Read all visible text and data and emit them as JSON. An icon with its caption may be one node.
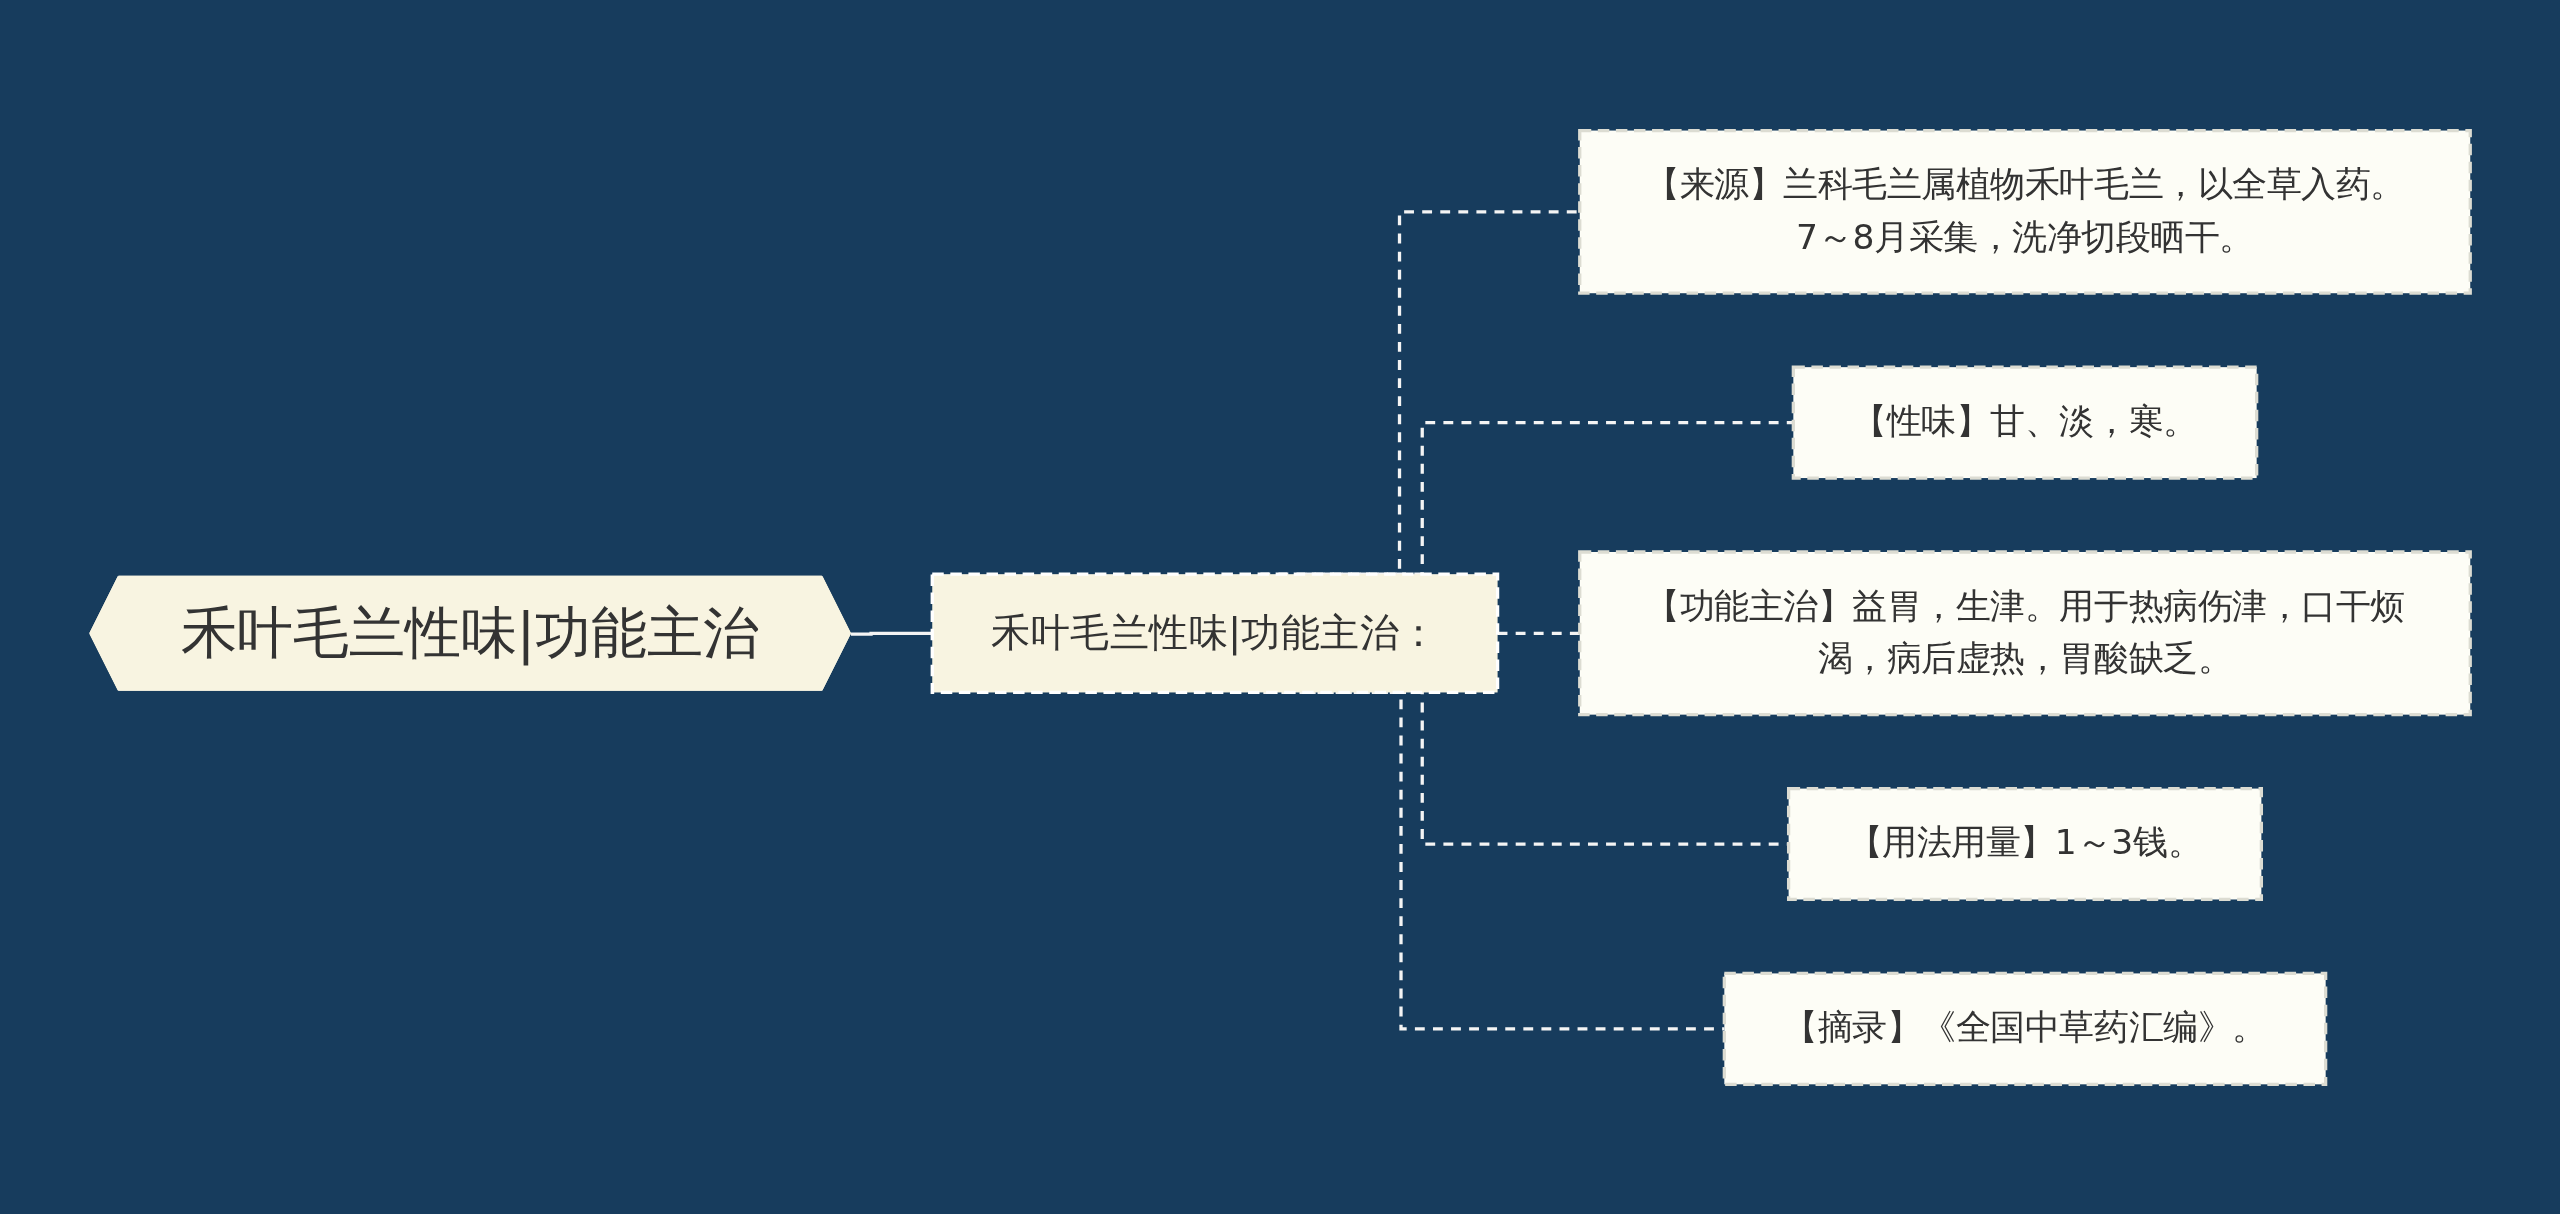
{
  "diagram": {
    "nodes": [
      {
        "text": [
          "禾叶毛兰性味|功能主治"
        ]
      },
      {
        "text": [
          "禾叶毛兰性味|功能主治："
        ]
      },
      {
        "text": [
          "【来源】兰科毛兰属植物禾叶毛兰，以全草入药。7～8月采集，洗净切段晒干。"
        ]
      },
      {
        "text": [
          "【性味】甘、淡，寒。"
        ]
      },
      {
        "text": [
          "【功能主治】益胃，生津。用于热病伤津，口干烦渴，病后虚热，胃酸缺乏。"
        ]
      },
      {
        "text": [
          "【用法用量】1～3钱。"
        ]
      },
      {
        "text": [
          "【摘录】《全国中草药汇编》。"
        ]
      }
    ],
    "edges": [
      {
        "from": 0,
        "to": 1,
        "arrow": "none"
      },
      {
        "from": 1,
        "to": 2,
        "arrow": "none",
        "style": "dashed"
      },
      {
        "from": 1,
        "to": 3,
        "arrow": "none",
        "style": "dashed"
      },
      {
        "from": 1,
        "to": 4,
        "arrow": "none",
        "style": "dashed"
      },
      {
        "from": 1,
        "to": 5,
        "arrow": "none",
        "style": "dashed"
      },
      {
        "from": 1,
        "to": 6,
        "arrow": "none",
        "style": "dashed"
      }
    ]
  }
}
